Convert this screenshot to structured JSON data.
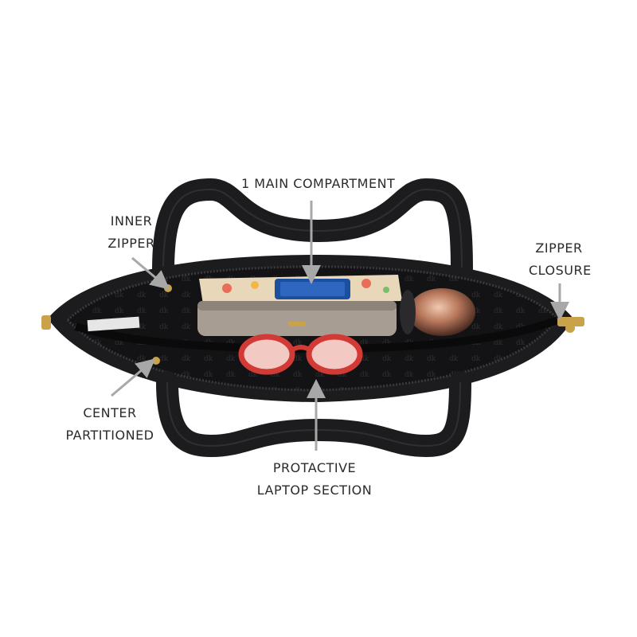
{
  "labels": {
    "main_compartment": {
      "lines": [
        "1 MAIN COMPARTMENT"
      ]
    },
    "inner_zipper": {
      "lines": [
        "INNER",
        "ZIPPER"
      ]
    },
    "zipper_closure": {
      "lines": [
        "ZIPPER",
        "CLOSURE"
      ]
    },
    "center_partitioned": {
      "lines": [
        "CENTER",
        "PARTITIONED"
      ]
    },
    "laptop_section": {
      "lines": [
        "PROTACTIVE",
        "LAPTOP SECTION"
      ]
    }
  },
  "colors": {
    "background": "#ffffff",
    "bag_black": "#1c1c1e",
    "bag_dark": "#0e0e10",
    "lining_pattern": "#2a2a2c",
    "arrow": "#a8a8a8",
    "text": "#2b2b2b",
    "gold_hardware": "#c9a24a",
    "wallet_taupe": "#a89d92",
    "tumbler_copper": "#b8785c",
    "sunglasses_red": "#d23a36",
    "phone_blue": "#1d4fa0"
  }
}
